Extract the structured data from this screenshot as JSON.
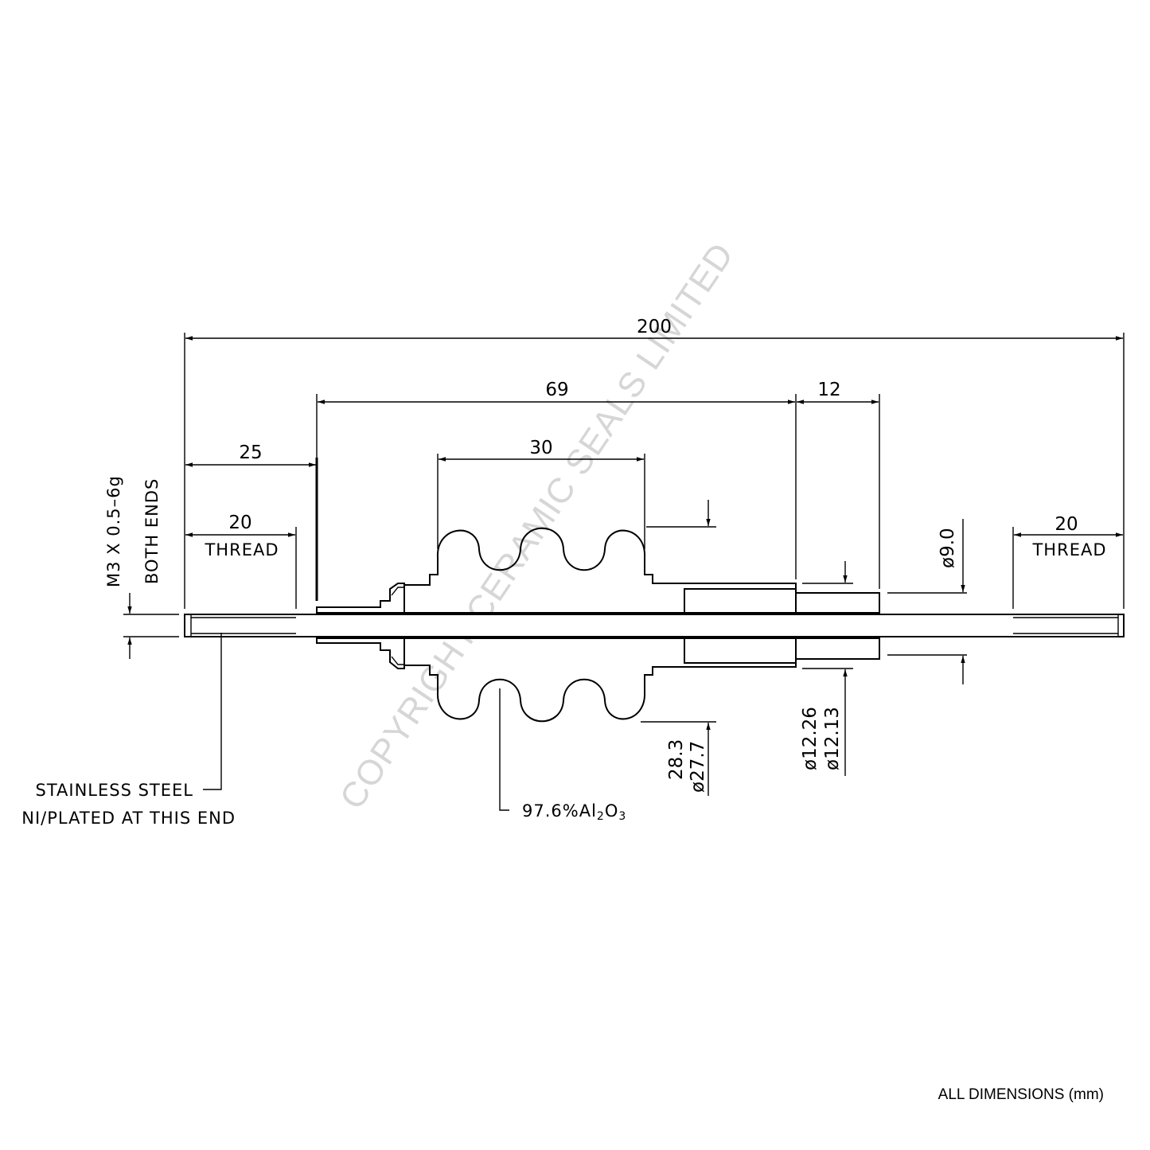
{
  "watermark": "COPYRIGHT CERAMIC SEALS LIMITED",
  "dimensions": {
    "overall_length": "200",
    "insulator_span": "69",
    "tube_extension": "12",
    "left_offset": "25",
    "shed_span": "30",
    "left_thread_length": "20",
    "left_thread_label": "THREAD",
    "right_thread_length": "20",
    "right_thread_label": "THREAD",
    "tube_diameter": "ø9.0",
    "shed_dia_max": "28.3",
    "shed_dia_min": "ø27.7",
    "bore_dia_max": "ø12.26",
    "bore_dia_min": "ø12.13"
  },
  "thread_spec": "M3 X 0.5–6g",
  "thread_note": "BOTH ENDS",
  "conductor_callout": {
    "line1": "STAINLESS STEEL",
    "line2": "NI/PLATED AT THIS END"
  },
  "insulator_material": {
    "prefix": "97.6%Al",
    "sub1": "2",
    "mid": "O",
    "sub2": "3"
  },
  "footer_note": "ALL DIMENSIONS (mm)"
}
